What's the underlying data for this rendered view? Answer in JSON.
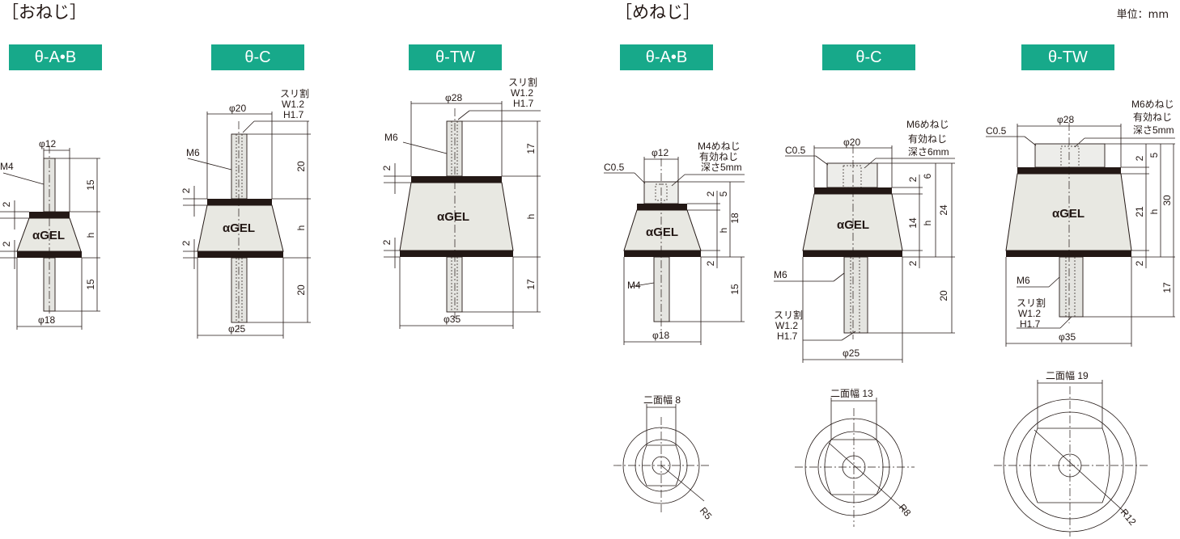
{
  "headers": {
    "male": "［おねじ］",
    "female": "［めねじ］",
    "unit": "単位：mm"
  },
  "badges": [
    "θ-A•B",
    "θ-C",
    "θ-TW",
    "θ-A•B",
    "θ-C",
    "θ-TW"
  ],
  "body_label": "αGEL",
  "m_ab": {
    "d_top": "φ12",
    "d_bot": "φ18",
    "thread": "M4",
    "top_len": "15",
    "bot_len": "15",
    "plate1": "2",
    "plate2": "2",
    "height": "h"
  },
  "m_c": {
    "d_top": "φ20",
    "d_bot": "φ25",
    "thread": "M6",
    "slot": "スリ割",
    "slot_w": "W1.2",
    "slot_h": "H1.7",
    "top_len": "20",
    "bot_len": "20",
    "plate1": "2",
    "plate2": "2",
    "height": "h"
  },
  "m_tw": {
    "d_top": "φ28",
    "d_bot": "φ35",
    "thread": "M6",
    "slot": "スリ割",
    "slot_w": "W1.2",
    "slot_h": "H1.7",
    "top_len": "17",
    "bot_len": "17",
    "plate1": "2",
    "plate2": "2",
    "height": "h"
  },
  "f_ab": {
    "d_top": "φ12",
    "d_bot": "φ18",
    "chamfer": "C0.5",
    "nut_thread": "M4めねじ",
    "nut_eff": "有効ねじ",
    "nut_depth": "深さ5mm",
    "thread": "M4",
    "dim_2a": "2",
    "dim_5": "5",
    "dim_18": "18",
    "dim_h": "h",
    "dim_2b": "2",
    "dim_15": "15",
    "across": "二面幅 8",
    "radius": "R5"
  },
  "f_c": {
    "d_top": "φ20",
    "d_bot": "φ25",
    "chamfer": "C0.5",
    "nut_thread": "M6めねじ",
    "nut_eff": "有効ねじ",
    "nut_depth": "深さ6mm",
    "thread": "M6",
    "slot": "スリ割",
    "slot_w": "W1.2",
    "slot_h": "H1.7",
    "dim_2a": "2",
    "dim_6": "6",
    "dim_14": "14",
    "dim_h": "h",
    "dim_24": "24",
    "dim_2b": "2",
    "dim_20": "20",
    "across": "二面幅 13",
    "radius": "R8"
  },
  "f_tw": {
    "d_top": "φ28",
    "d_bot": "φ35",
    "chamfer": "C0.5",
    "nut_thread": "M6めねじ",
    "nut_eff": "有効ねじ",
    "nut_depth": "深さ5mm",
    "thread": "M6",
    "slot": "スリ割",
    "slot_w": "W1.2",
    "slot_h": "H1.7",
    "dim_2a": "2",
    "dim_5": "5",
    "dim_21": "21",
    "dim_h": "h",
    "dim_30": "30",
    "dim_2b": "2",
    "dim_17": "17",
    "across": "二面幅 19",
    "radius": "R12"
  }
}
